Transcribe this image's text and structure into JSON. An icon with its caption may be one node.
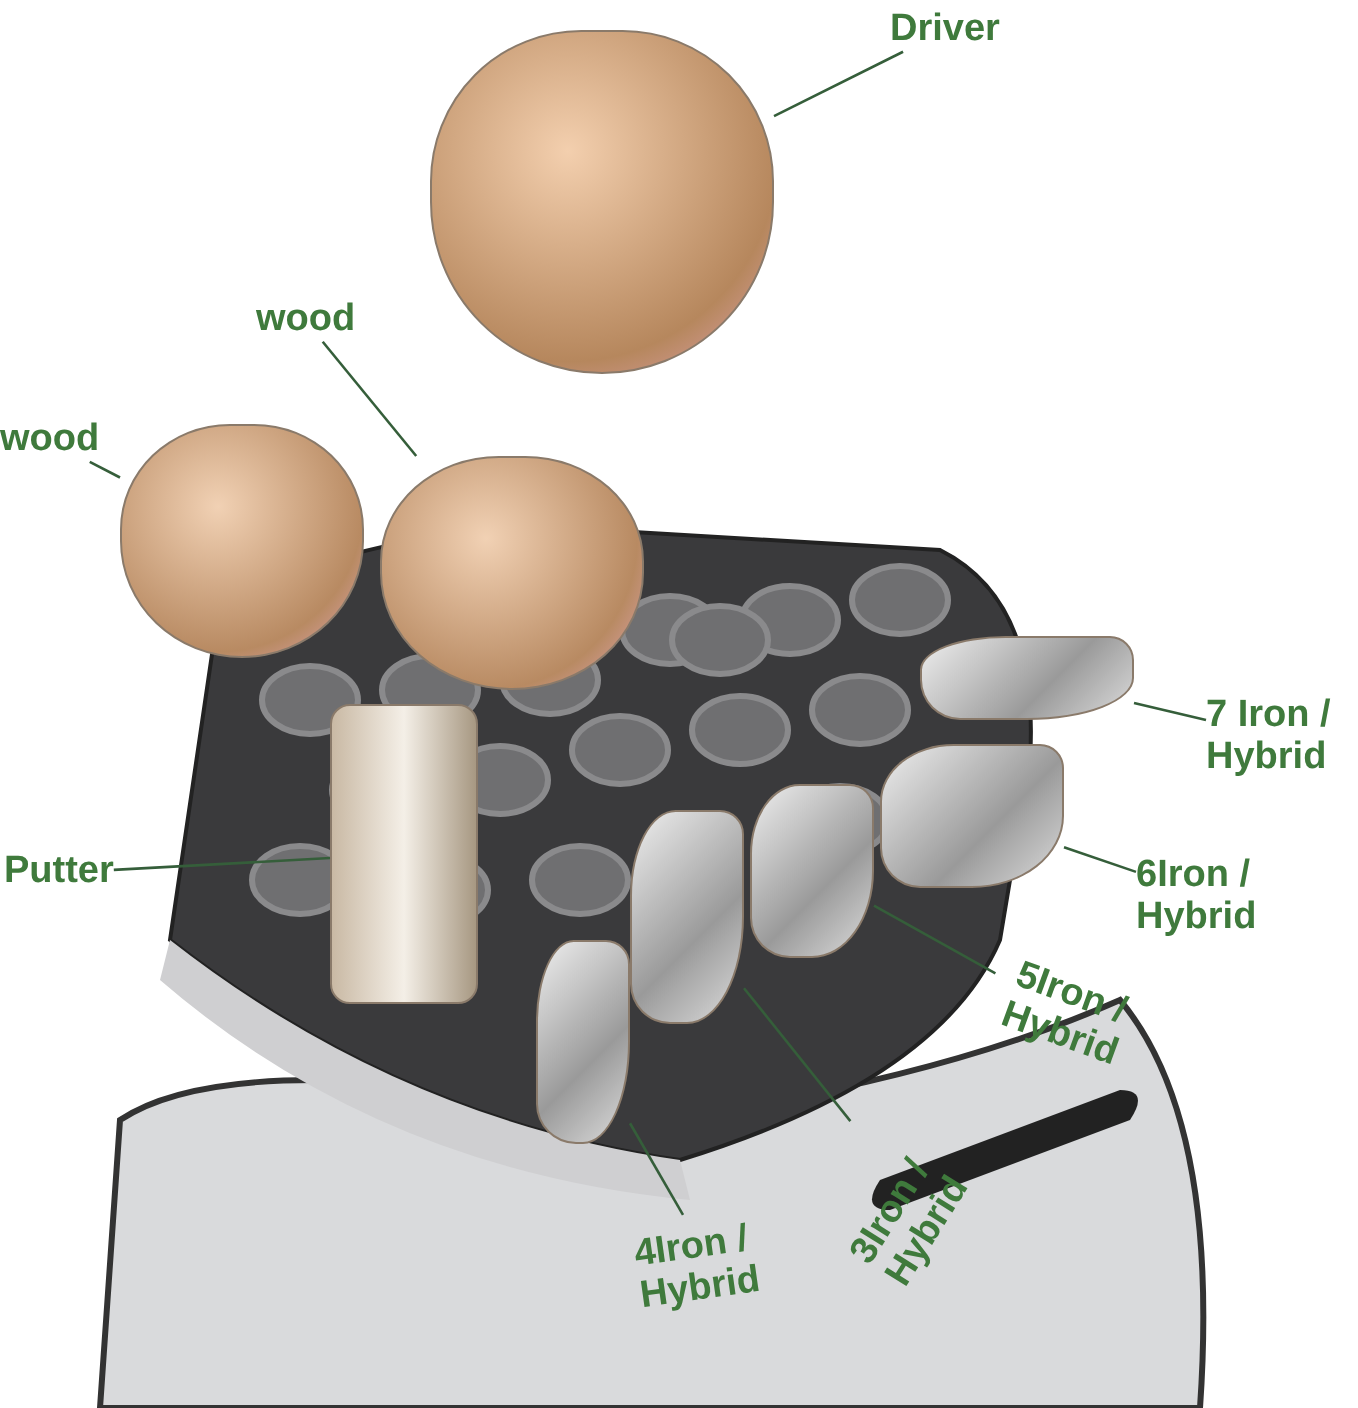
{
  "diagram": {
    "nodes": [
      {
        "text": [
          "Driver"
        ]
      },
      {
        "text": [],
        "shape": "picture"
      },
      {
        "text": [
          "wood"
        ]
      },
      {
        "text": [],
        "shape": "picture"
      },
      {
        "text": [
          "wood"
        ]
      },
      {
        "text": [],
        "shape": "picture"
      },
      {
        "text": [
          "Putter"
        ]
      },
      {
        "text": [],
        "shape": "picture"
      },
      {
        "text": [
          "7 Iron / Hybrid"
        ]
      },
      {
        "text": [],
        "shape": "picture"
      },
      {
        "text": [
          "6Iron / Hybrid"
        ]
      },
      {
        "text": [],
        "shape": "picture"
      },
      {
        "text": [
          "5Iron / Hybrid"
        ]
      },
      {
        "text": [],
        "shape": "picture"
      },
      {
        "text": [
          "3Iron / Hybrid"
        ]
      },
      {
        "text": [],
        "shape": "picture"
      },
      {
        "text": [
          "4Iron / Hybrid"
        ]
      },
      {
        "text": [],
        "shape": "picture"
      }
    ],
    "edges": [
      {
        "from": 0,
        "to": 1,
        "arrow": "none"
      },
      {
        "from": 2,
        "to": 3,
        "arrow": "none"
      },
      {
        "from": 4,
        "to": 5,
        "arrow": "none"
      },
      {
        "from": 6,
        "to": 7,
        "arrow": "none"
      },
      {
        "from": 8,
        "to": 9,
        "arrow": "none"
      },
      {
        "from": 10,
        "to": 11,
        "arrow": "none"
      },
      {
        "from": 12,
        "to": 13,
        "arrow": "none"
      },
      {
        "from": 14,
        "to": 15,
        "arrow": "none"
      },
      {
        "from": 16,
        "to": 17,
        "arrow": "none"
      }
    ]
  }
}
